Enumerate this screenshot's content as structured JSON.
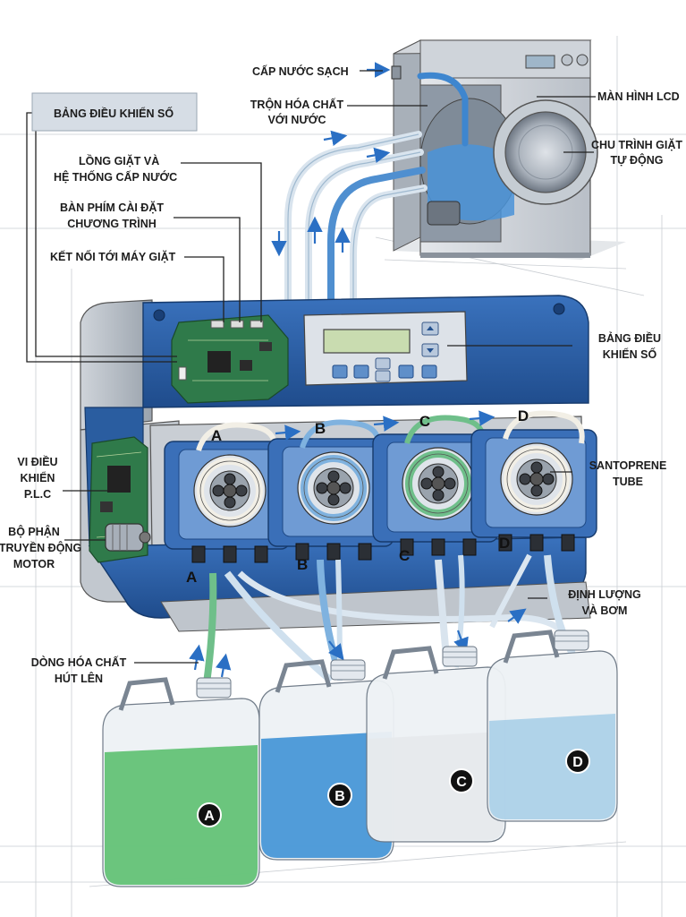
{
  "labels": {
    "clean_water": "CẤP NƯỚC SẠCH",
    "mix_line1": "TRỘN HÓA CHẤT",
    "mix_line2": "VỚI NƯỚC",
    "lcd_screen": "MÀN HÌNH LCD",
    "cycle_line1": "CHU TRÌNH GIẶT",
    "cycle_line2": "TỰ ĐỘNG",
    "digital_panel_box": "BẢNG ĐIỀU KHIỂN SỐ",
    "drum_line1": "LỒNG GIẶT VÀ",
    "drum_line2": "HỆ THỐNG CẤP NƯỚC",
    "keypad_line1": "BÀN PHÍM CÀI ĐẶT",
    "keypad_line2": "CHƯƠNG TRÌNH",
    "connect": "KẾT NỐI TỚI MÁY GIẶT",
    "panel_line1": "BẢNG ĐIỀU",
    "panel_line2": "KHIỂN SỐ",
    "plc_line1": "VI ĐIỀU",
    "plc_line2": "KHIỂN",
    "plc_line3": "P.L.C",
    "motor_line1": "BỘ PHẬN",
    "motor_line2": "TRUYỀN ĐỘNG",
    "motor_line3": "MOTOR",
    "tube_line1": "SANTOPRENE",
    "tube_line2": "TUBE",
    "dosing_line1": "ĐỊNH LƯỢNG",
    "dosing_line2": "VÀ BƠM",
    "suction_line1": "DÒNG HÓA CHẤT",
    "suction_line2": "HÚT LÊN"
  },
  "pumps": [
    {
      "letter": "A",
      "tube_color": "#f2efe6"
    },
    {
      "letter": "B",
      "tube_color": "#7fb2df"
    },
    {
      "letter": "C",
      "tube_color": "#6fbf8a"
    },
    {
      "letter": "D",
      "tube_color": "#f2efe6"
    }
  ],
  "jugs": [
    {
      "letter": "A",
      "liquid_color": "#5cc070"
    },
    {
      "letter": "B",
      "liquid_color": "#3f92d6"
    },
    {
      "letter": "C",
      "liquid_color": "#e6e9ec"
    },
    {
      "letter": "D",
      "liquid_color": "#a9cfe8"
    }
  ],
  "colors": {
    "housing_blue": "#2f62a8",
    "housing_dark": "#1f4a86",
    "pcb_green": "#2f7a4a",
    "lcd_green": "#c9dcb0",
    "arrow_blue": "#2a6fc4"
  }
}
